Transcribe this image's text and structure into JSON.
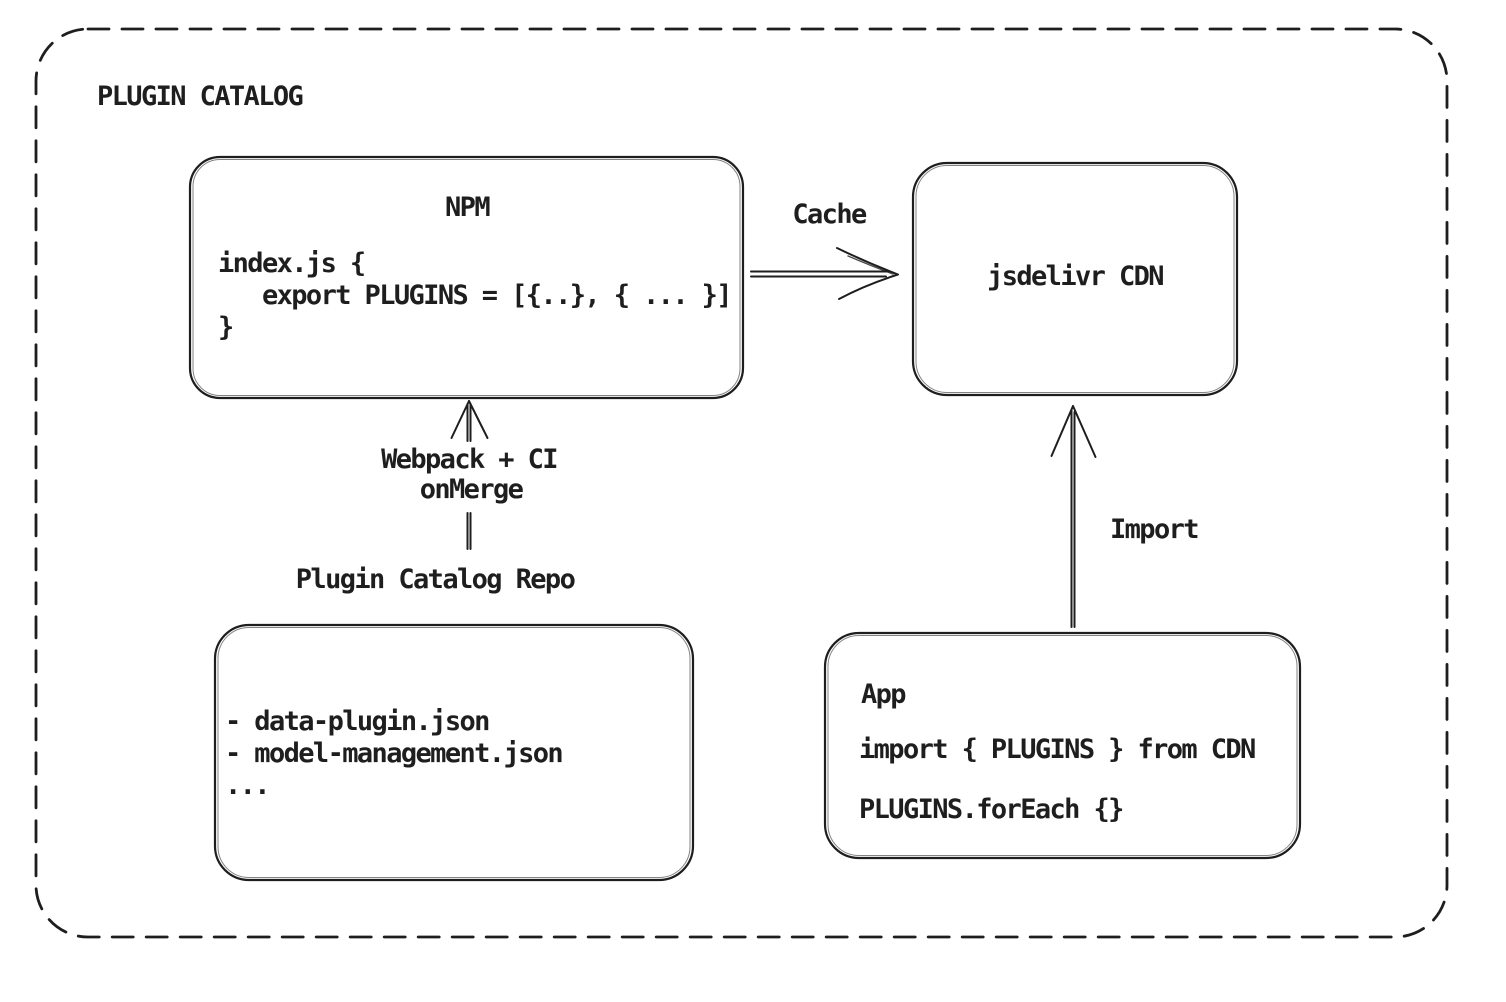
{
  "colors": {
    "stroke": "#1e1e1e",
    "background": "#ffffff"
  },
  "diagram": {
    "title": "PLUGIN CATALOG",
    "nodes": {
      "npm": {
        "label": "NPM",
        "code_lines": [
          "index.js {",
          "   export PLUGINS = [{..}, { ... }]",
          "}"
        ]
      },
      "jsdelivr": {
        "label": "jsdelivr CDN"
      },
      "repo": {
        "label": "Plugin Catalog Repo",
        "file_lines": [
          "- data-plugin.json",
          "- model-management.json",
          "..."
        ]
      },
      "app": {
        "label": "App",
        "code_lines": [
          "import { PLUGINS } from CDN",
          "PLUGINS.forEach {}"
        ]
      }
    },
    "edges": {
      "cache": {
        "label": "Cache"
      },
      "build": {
        "label": "Webpack + CI",
        "sublabel": "onMerge"
      },
      "import": {
        "label": "Import"
      }
    }
  }
}
